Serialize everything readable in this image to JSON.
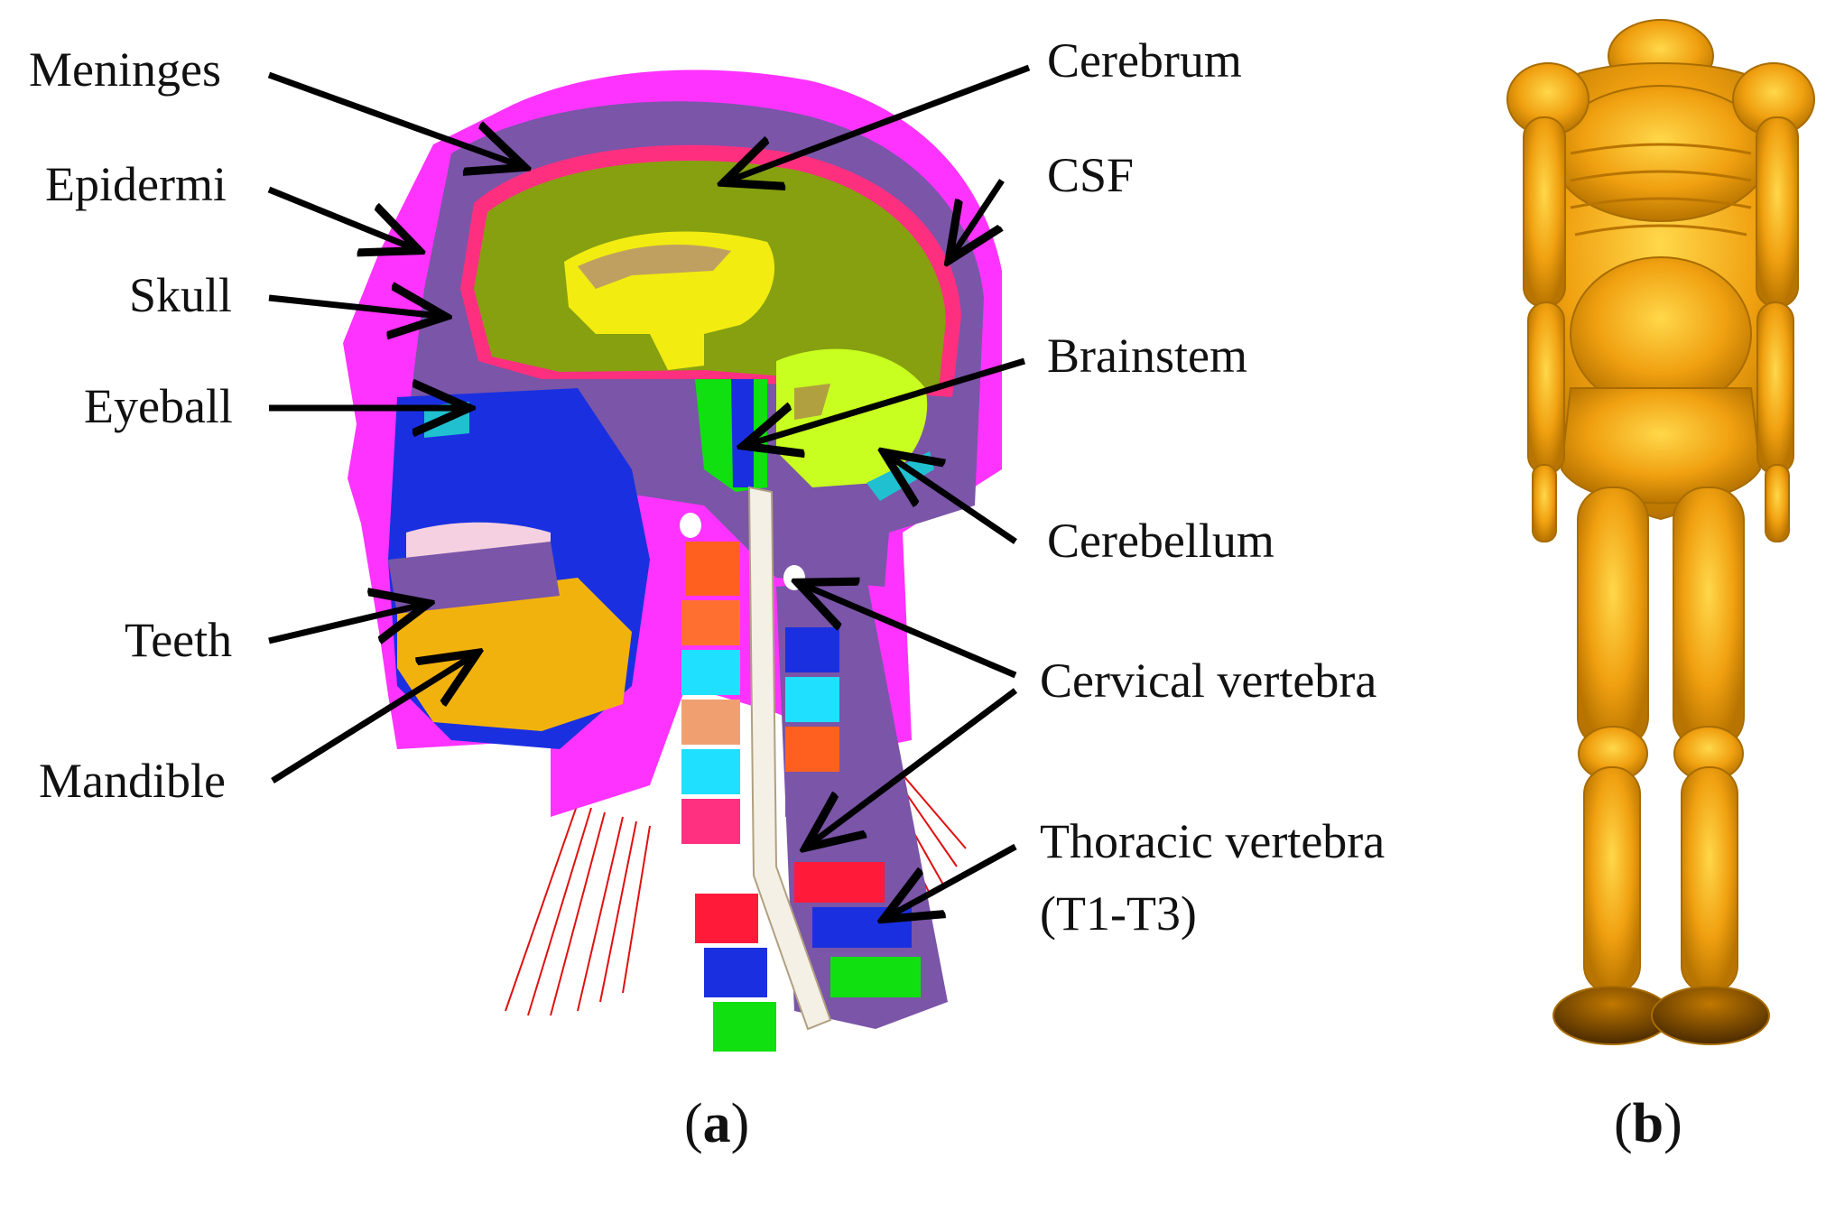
{
  "panels": {
    "a": {
      "open": "(",
      "letter": "a",
      "close": ")"
    },
    "b": {
      "open": "(",
      "letter": "b",
      "close": ")"
    }
  },
  "labels": {
    "meninges": "Meninges",
    "epidermi": "Epidermi",
    "skull": "Skull",
    "eyeball": "Eyeball",
    "teeth": "Teeth",
    "mandible": "Mandible",
    "cerebrum": "Cerebrum",
    "csf": "CSF",
    "brainstem": "Brainstem",
    "cerebellum": "Cerebellum",
    "cervical_vertebra": "Cervical vertebra",
    "thoracic_vertebra": "Thoracic vertebra",
    "thoracic_range": "(T1-T3)"
  },
  "colors": {
    "epidermi": "#ff33ff",
    "skull": "#7a55a8",
    "meninges": "#ff2f80",
    "cerebrum": "#86a010",
    "cerebellum": "#c8ff20",
    "brainstem": "#10e010",
    "csf": "#20c0d0",
    "body_model": "#f0a010",
    "spine": "#f5f0e6"
  }
}
